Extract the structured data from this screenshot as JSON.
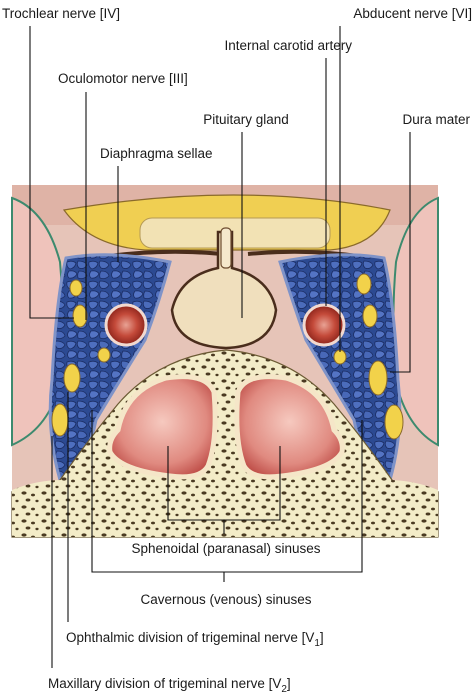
{
  "labels": {
    "trochlear": "Trochlear nerve [IV]",
    "abducent": "Abducent nerve  [VI]",
    "internal_carotid": "Internal carotid artery",
    "oculomotor": "Oculomotor nerve [III]",
    "pituitary": "Pituitary gland",
    "dura": "Dura mater",
    "diaphragma": "Diaphragma sellae",
    "sphenoidal": "Sphenoidal (paranasal) sinuses",
    "cavernous": "Cavernous (venous) sinuses",
    "ophthalmic": "Ophthalmic division of trigeminal nerve [V",
    "ophthalmic_sub": "1",
    "ophthalmic_end": "]",
    "maxillary": "Maxillary division of trigeminal nerve [V",
    "maxillary_sub": "2",
    "maxillary_end": "]"
  },
  "colors": {
    "sinus_blue": "#3f5fa6",
    "sinus_dark": "#1d2f6b",
    "nerve_yellow": "#f2d24a",
    "artery_red": "#c0392b",
    "bone": "#f3ecc8",
    "bone_spot": "#4a3a22",
    "pituitary": "#f1e2c1",
    "dura_pink": "#e8b8ad",
    "temporal_pink": "#efc6be",
    "airspace_red": "#d9776f"
  }
}
